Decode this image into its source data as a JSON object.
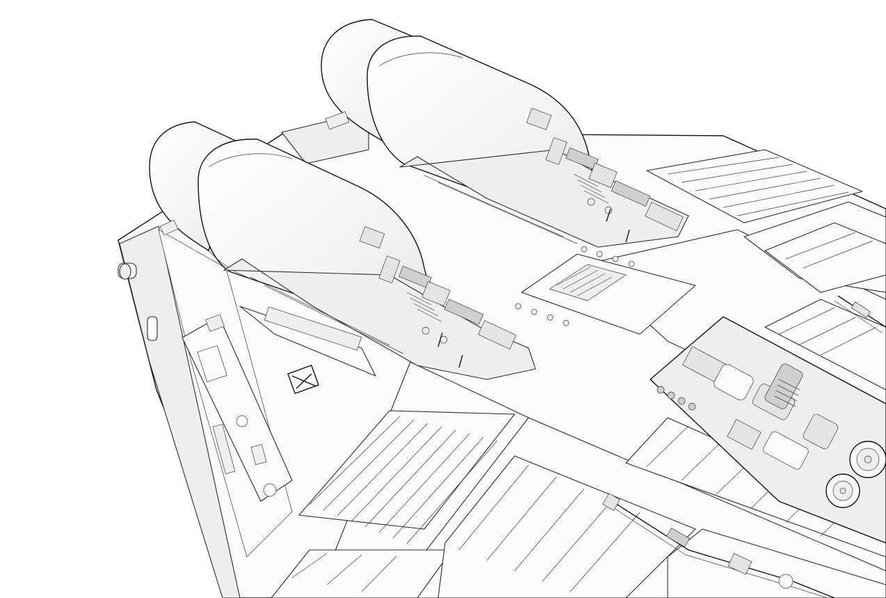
{
  "scene": {
    "style": "line-art render",
    "background_color": "#ffffff",
    "line_color": "#2b2b2b",
    "engines": 2,
    "greeble_machinery_panels": 3
  }
}
